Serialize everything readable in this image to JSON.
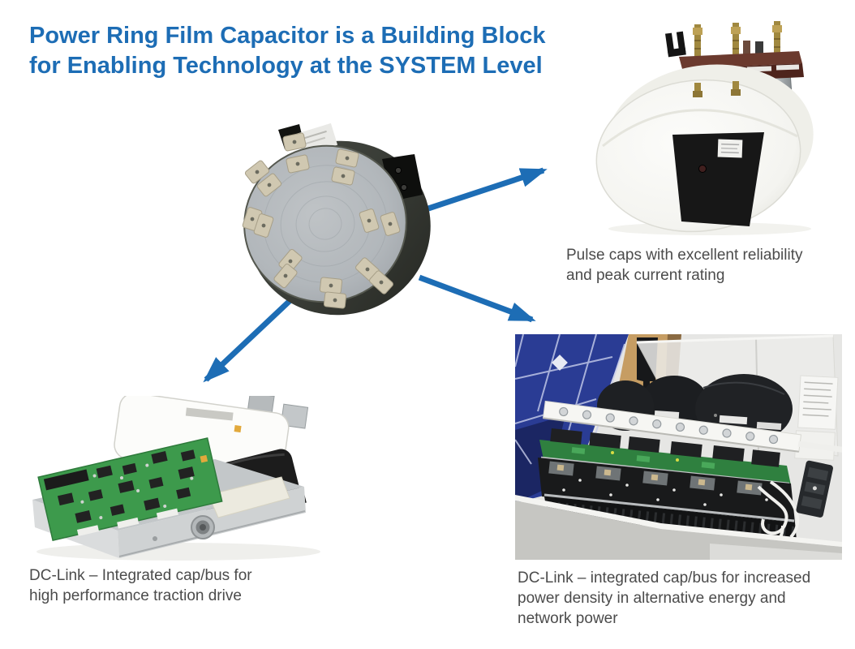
{
  "title": {
    "line1": "Power Ring Film Capacitor is a Building Block",
    "line2": "for Enabling Technology at the SYSTEM Level"
  },
  "captions": {
    "pulse": {
      "line1": "Pulse caps with excellent reliability",
      "line2": "and peak current rating"
    },
    "traction": {
      "line1": "DC-Link – Integrated cap/bus for",
      "line2": "high performance traction drive"
    },
    "energy": {
      "line1": "DC-Link – integrated cap/bus for increased",
      "line2": "power density in alternative energy and",
      "line3": "network power"
    }
  },
  "colors": {
    "accent_blue": "#1d6db5",
    "caption_text": "#4b4b4b",
    "background": "#ffffff"
  }
}
